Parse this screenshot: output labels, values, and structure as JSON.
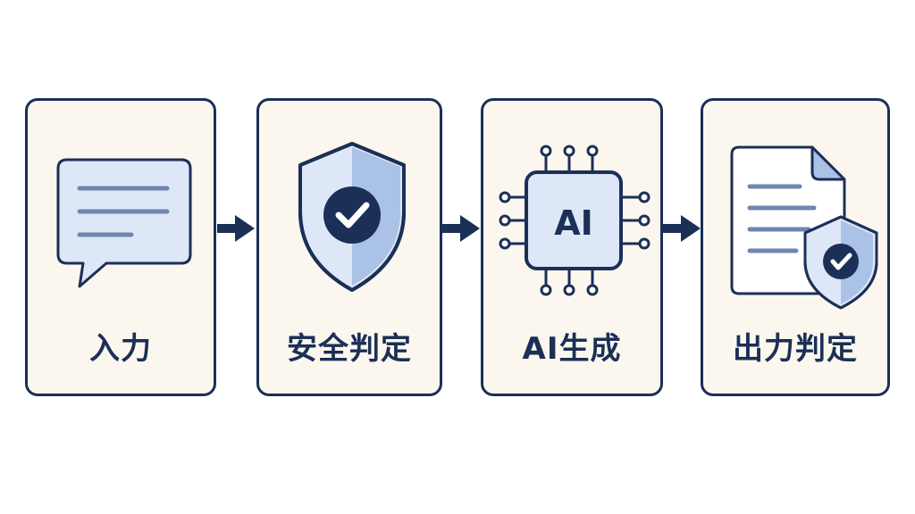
{
  "steps": [
    {
      "id": "input",
      "label": "入力",
      "icon": "chat-bubble-icon"
    },
    {
      "id": "safety-check",
      "label": "安全判定",
      "icon": "shield-check-icon"
    },
    {
      "id": "ai-generate",
      "label": "AI生成",
      "icon": "ai-chip-icon",
      "icon_text": "AI"
    },
    {
      "id": "output-check",
      "label": "出力判定",
      "icon": "document-shield-icon"
    }
  ],
  "colors": {
    "navy": "#1b2f57",
    "card_bg": "#fcf7ee",
    "light_blue": "#dde7f7",
    "mid_blue": "#a9c2e6",
    "line_blue": "#6f86b0"
  }
}
